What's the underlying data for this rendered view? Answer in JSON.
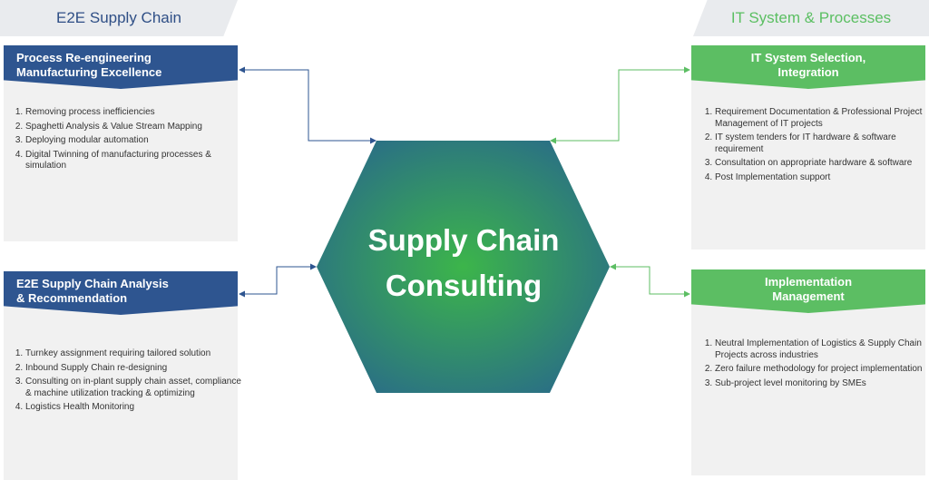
{
  "tabs": {
    "left": "E2E Supply Chain",
    "right": "IT System & Processes"
  },
  "center": {
    "line1": "Supply Chain",
    "line2": "Consulting"
  },
  "panels": {
    "top_left": {
      "title_line1": "Process Re-engineering",
      "title_line2": "Manufacturing Excellence",
      "items": [
        "Removing process inefficiencies",
        "Spaghetti Analysis & Value Stream Mapping",
        "Deploying modular automation",
        "Digital Twinning of manufacturing processes & simulation"
      ]
    },
    "bottom_left": {
      "title_line1": "E2E Supply Chain Analysis",
      "title_line2": "& Recommendation",
      "items": [
        "Turnkey assignment requiring tailored solution",
        "Inbound Supply Chain re-designing",
        "Consulting on in-plant supply chain asset, compliance & machine utilization tracking & optimizing",
        "Logistics Health Monitoring"
      ]
    },
    "top_right": {
      "title_line1": "IT System Selection,",
      "title_line2": "Integration",
      "items": [
        "Requirement Documentation & Professional Project Management of IT projects",
        "IT system tenders for IT hardware & software requirement",
        "Consultation on appropriate hardware & software",
        "Post Implementation support"
      ]
    },
    "bottom_right": {
      "title_line1": "Implementation",
      "title_line2": "Management",
      "items": [
        "Neutral Implementation of Logistics & Supply Chain Projects across industries",
        "Zero failure methodology for project implementation",
        "Sub-project level monitoring by SMEs"
      ]
    }
  },
  "colors": {
    "blue": "#2e5590",
    "green": "#5cbe63",
    "hex_center": "#3cb54a",
    "hex_edge": "#2a6e86"
  }
}
